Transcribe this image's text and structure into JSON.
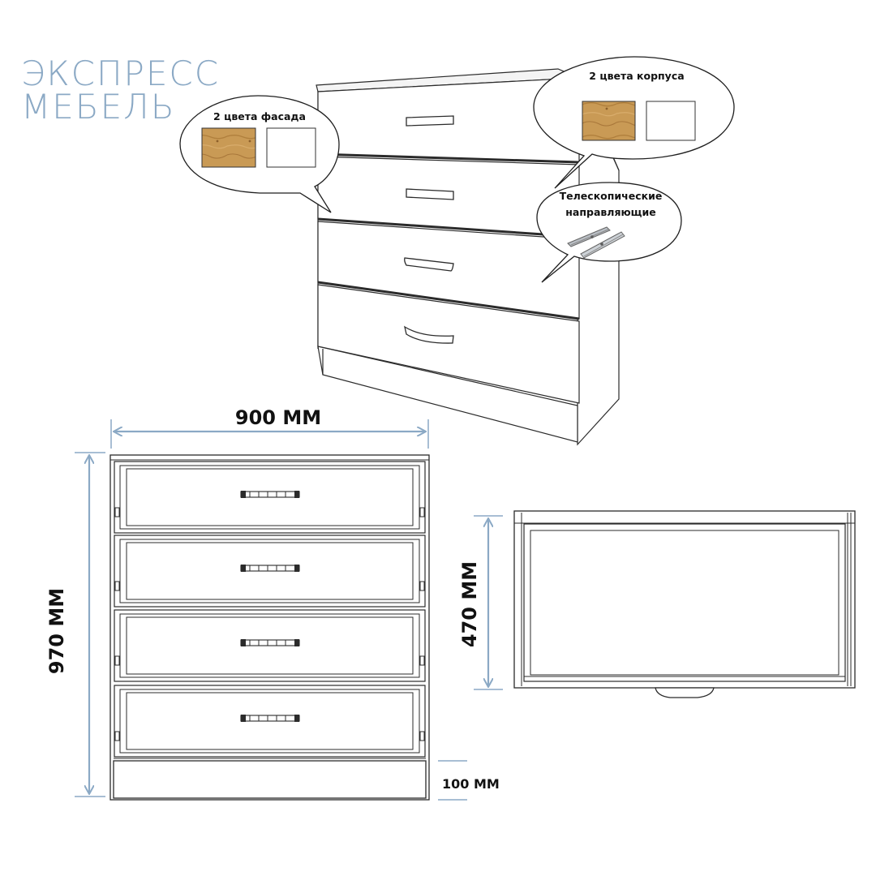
{
  "brand": {
    "line1": "ЭКСПРЕСС",
    "line2": "МЕБЕЛЬ",
    "color": "#8ba9c5"
  },
  "callouts": {
    "facade": {
      "text": "2 цвета фасада",
      "swatches": [
        "oak",
        "white"
      ]
    },
    "body": {
      "text": "2 цвета корпуса",
      "swatches": [
        "oak",
        "white"
      ]
    },
    "slides": {
      "line1": "Телескопические",
      "line2": "направляющие",
      "icon": "telescopic-slide-icon"
    }
  },
  "dimensions": {
    "width": "900 ММ",
    "height": "970 ММ",
    "drawer_height": "470 ММ",
    "plinth": "100 ММ"
  },
  "colors": {
    "dimension_line": "#8ba9c5",
    "oak": "#c99a55",
    "outline": "#2b2b2b"
  }
}
